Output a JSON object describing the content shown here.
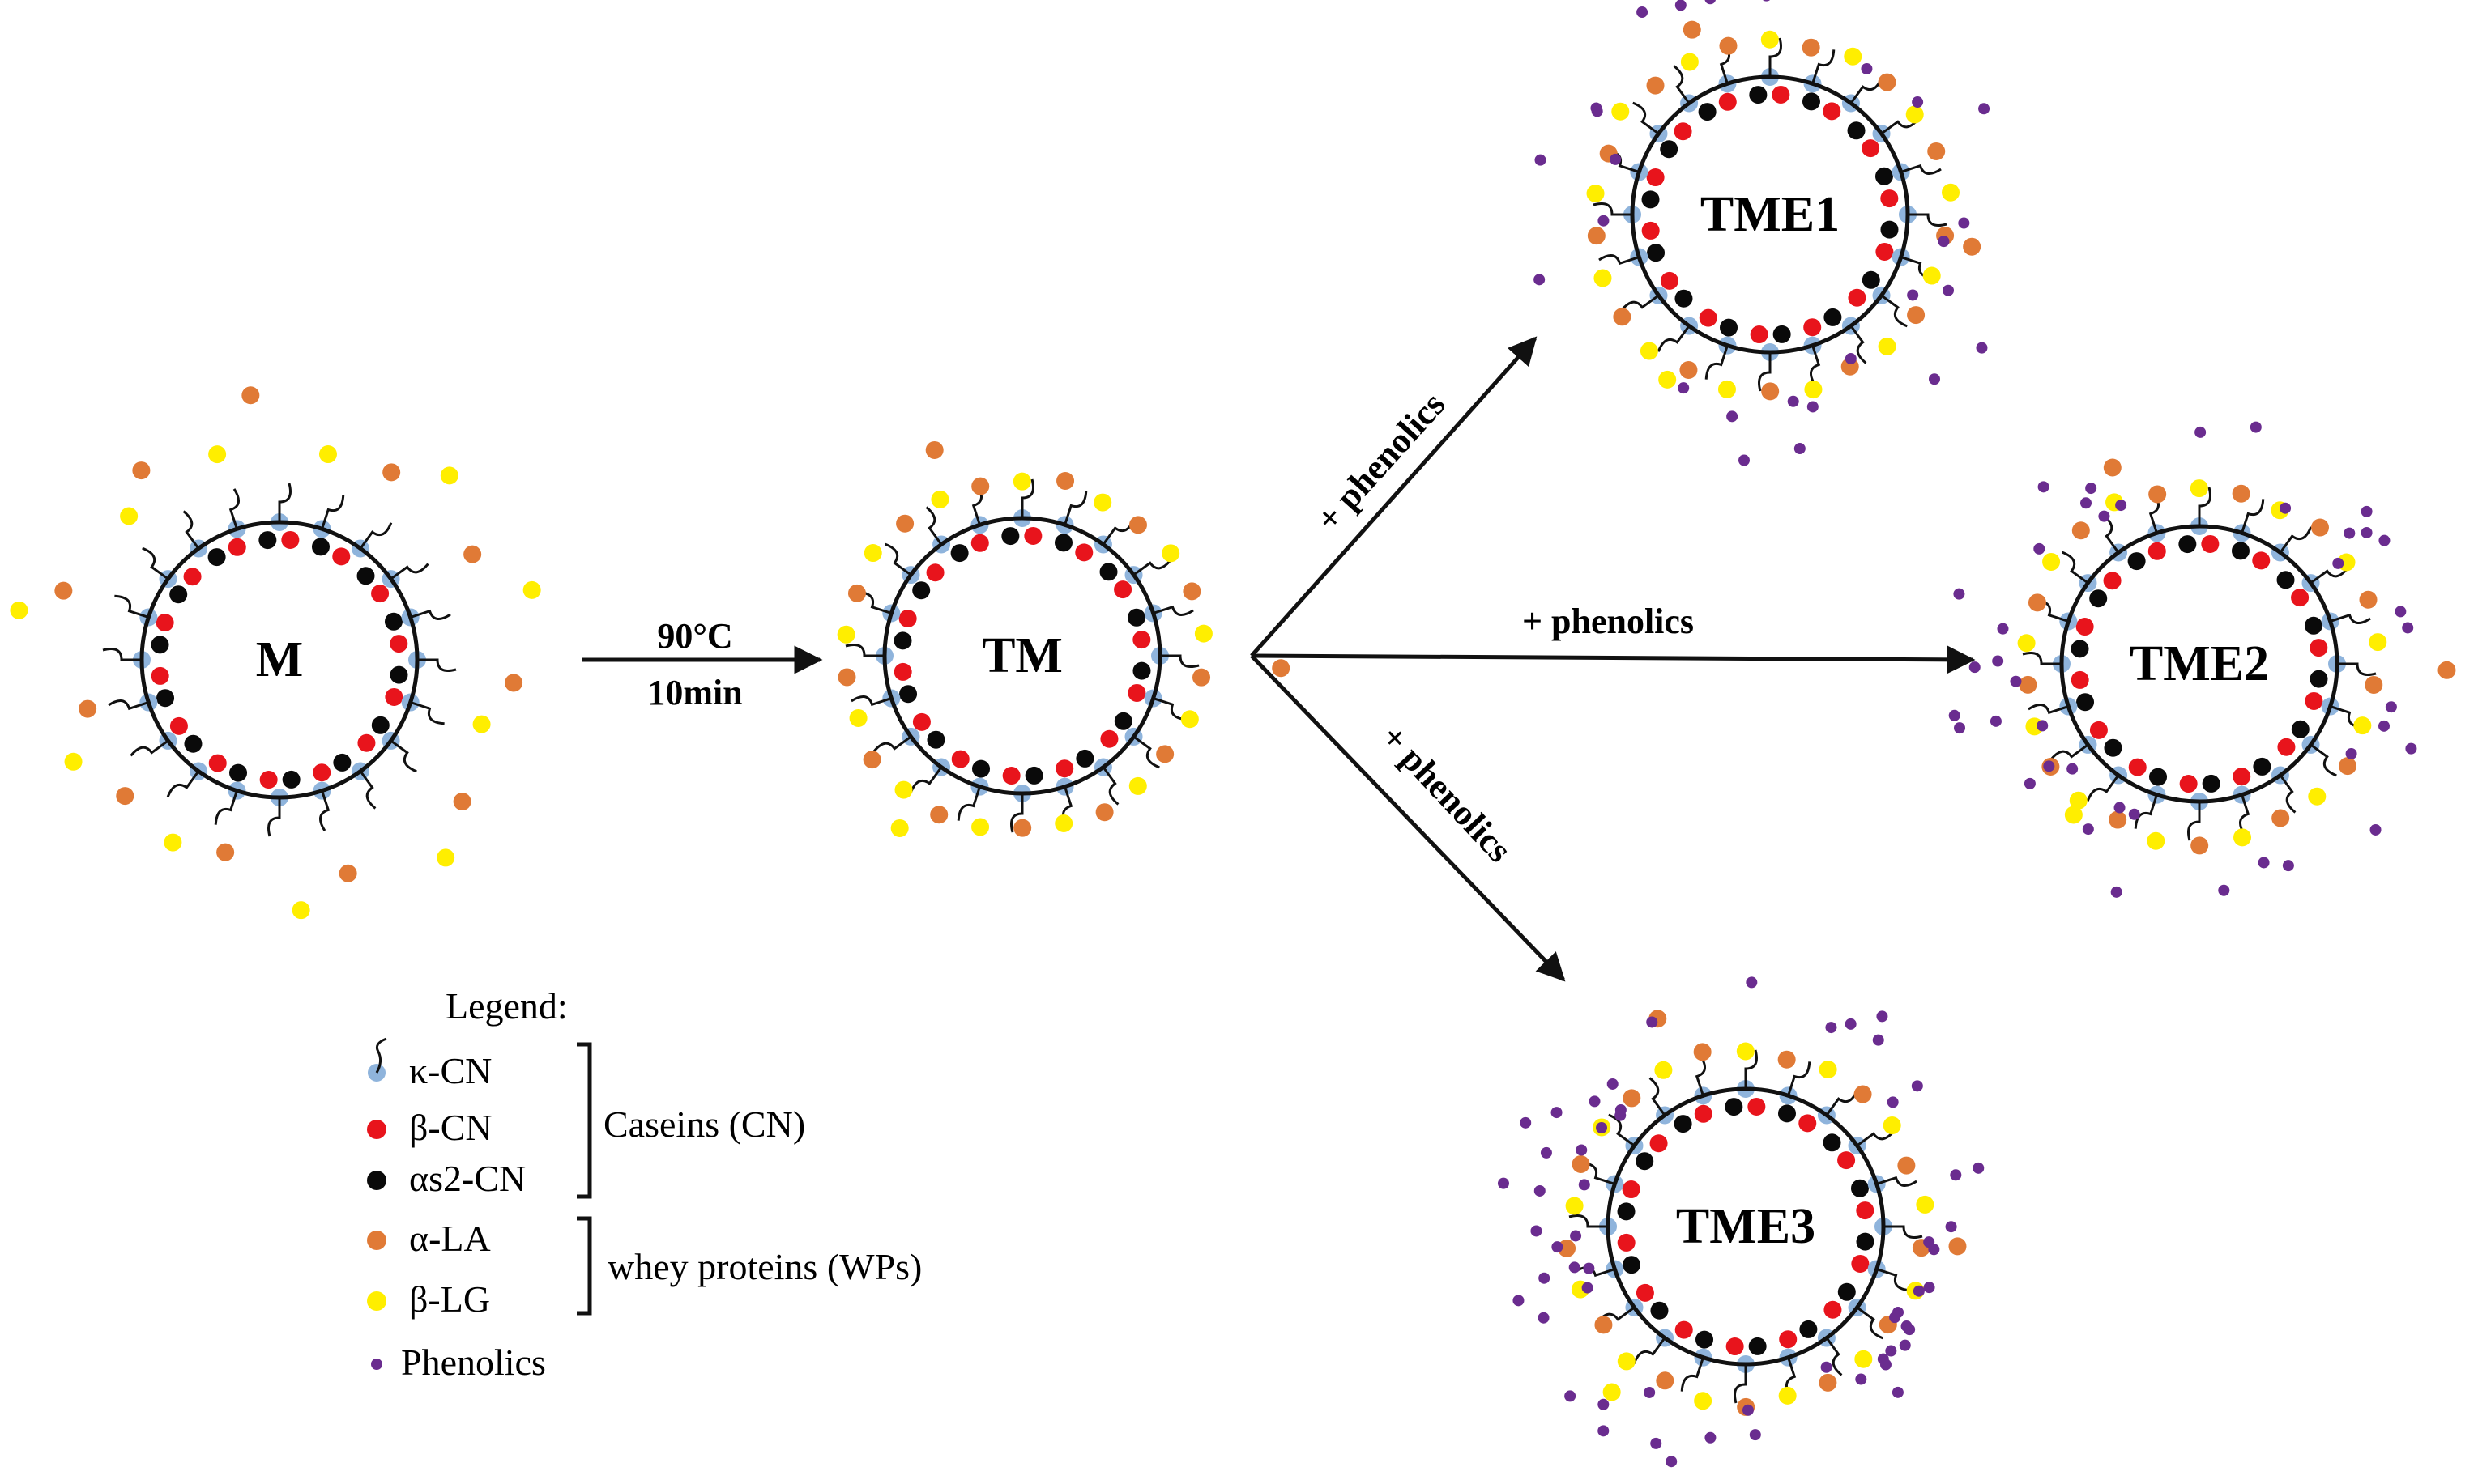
{
  "colors": {
    "kappa_cn": "#8fb4dc",
    "beta_cn": "#e8141c",
    "alpha_s2_cn": "#0a0a0a",
    "alpha_la": "#e07a36",
    "beta_lg": "#ffee00",
    "phenolics": "#6a2c8f",
    "line": "#111111"
  },
  "micelles": {
    "m": {
      "label": "M"
    },
    "tm": {
      "label": "TM"
    },
    "tme1": {
      "label": "TME1"
    },
    "tme2": {
      "label": "TME2"
    },
    "tme3": {
      "label": "TME3"
    }
  },
  "heating": {
    "temp": "90°C",
    "time": "10min"
  },
  "arrows": {
    "to_tme1": "+ phenolics",
    "to_tme2": "+ phenolics",
    "to_tme3": "+ phenolics"
  },
  "legend": {
    "title": "Legend:",
    "items": [
      {
        "label": "κ-CN",
        "icon": "kappa-cn-hairy-dot"
      },
      {
        "label": "β-CN",
        "icon": "red-dot"
      },
      {
        "label": "αs2-CN",
        "icon": "black-dot"
      },
      {
        "label": "α-LA",
        "icon": "orange-dot"
      },
      {
        "label": "β-LG",
        "icon": "yellow-dot"
      },
      {
        "label": "Phenolics",
        "icon": "purple-dot"
      }
    ],
    "groups": {
      "caseins": "Caseins (CN)",
      "whey": "whey proteins (WPs)"
    }
  }
}
